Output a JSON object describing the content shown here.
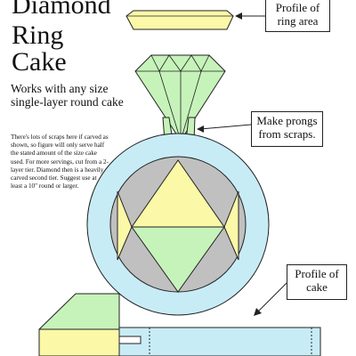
{
  "title": {
    "lines": [
      "Diamond",
      "Ring",
      "Cake"
    ]
  },
  "subtitle": "Works with any size single-layer round cake",
  "note": "There's lots of scraps here if carved as shown, so figure will only serve half the stated amount of the size cake used. For more servings, cut from a 2-layer tier. Diamond then is a heavily carved second tier. Suggest use at least a 10\" round or larger.",
  "callouts": {
    "ring_area": "Profile of ring area",
    "prongs": "Make prongs from scraps.",
    "cake_profile": "Profile of cake"
  },
  "colors": {
    "ring_blue": "#c8ecf6",
    "diamond_green": "#c6f3ba",
    "yellow": "#fbf8a8",
    "gray": "#c0c0c0",
    "outline": "#222222"
  }
}
